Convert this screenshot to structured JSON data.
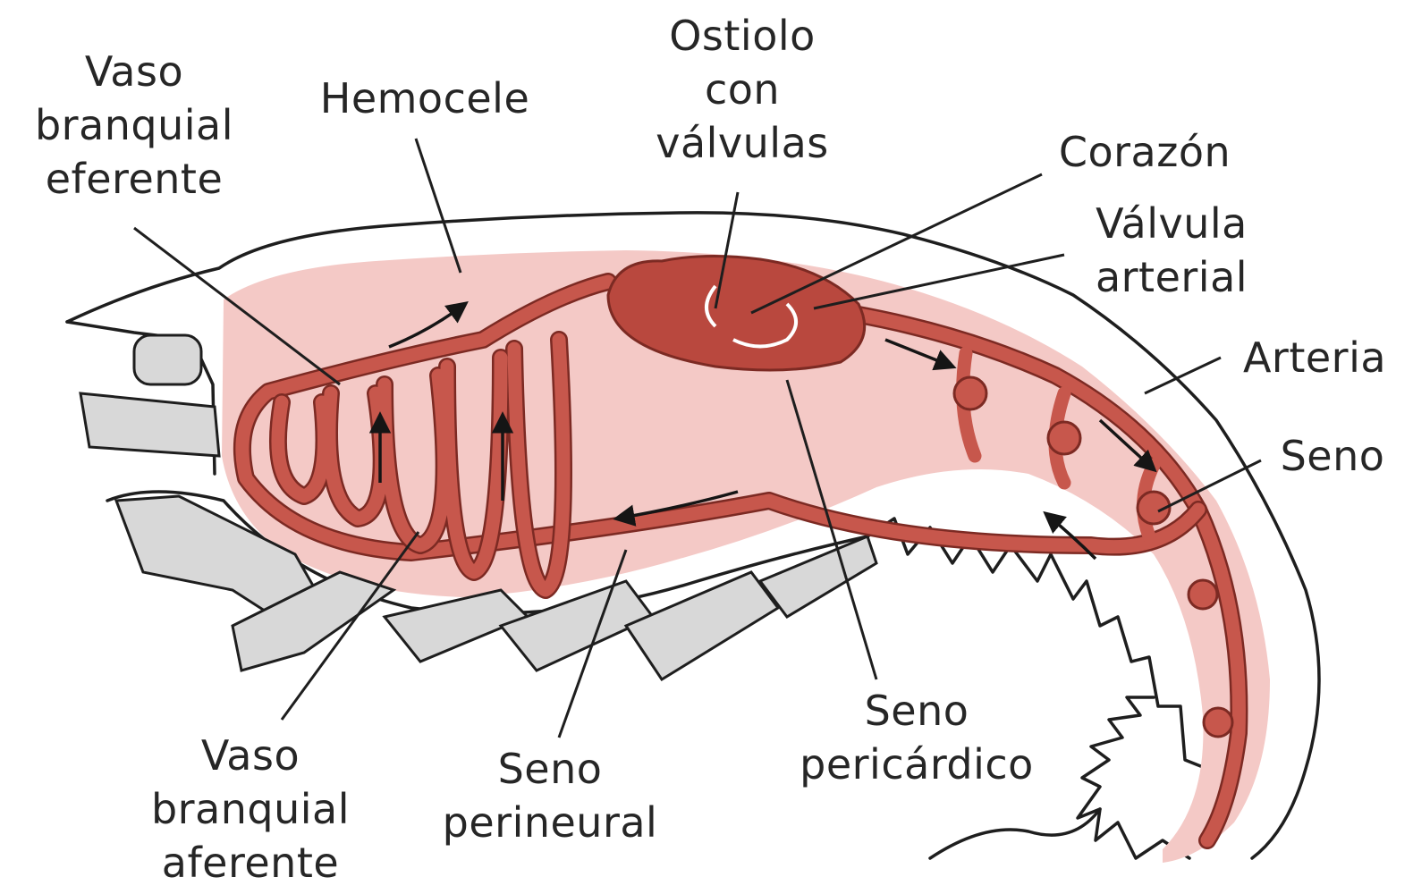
{
  "labels": {
    "vaso_branquial_eferente": [
      "Vaso",
      "branquial",
      "eferente"
    ],
    "hemocele": [
      "Hemocele"
    ],
    "ostiolo": [
      "Ostiolo",
      "con",
      "válvulas"
    ],
    "corazon": [
      "Corazón"
    ],
    "valvula_arterial": [
      "Válvula",
      "arterial"
    ],
    "arteria": [
      "Arteria"
    ],
    "seno": [
      "Seno"
    ],
    "vaso_branquial_aferente": [
      "Vaso",
      "branquial",
      "aferente"
    ],
    "seno_perineural": [
      "Seno",
      "perineural"
    ],
    "seno_pericardico": [
      "Seno",
      "pericárdico"
    ]
  },
  "colors": {
    "body_fill": "#f4c9c6",
    "vessel": "#c7574c",
    "vessel_edge": "#7c2a23",
    "heart": "#b9483e",
    "outline": "#1e1e1e",
    "text": "#262626"
  }
}
